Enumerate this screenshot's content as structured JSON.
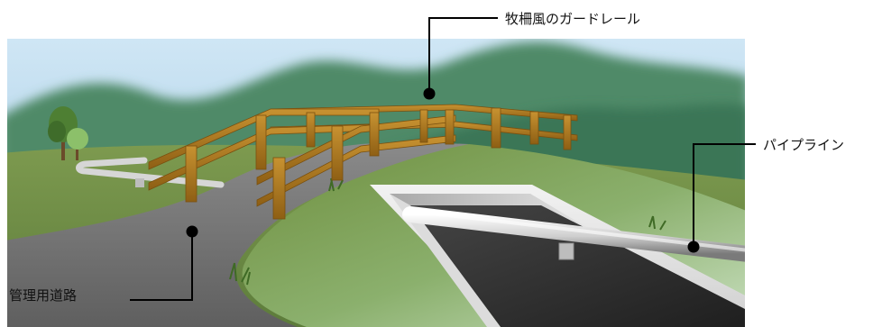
{
  "labels": {
    "guardrail": "牧柵風のガードレール",
    "pipeline": "パイプライン",
    "road": "管理用道路"
  },
  "icons": {
    "tree": "tree-icon",
    "leader_dot": "dot-marker-icon"
  },
  "colors": {
    "sky": "#b9d8ee",
    "mountain": "#3f7a5a",
    "grass": "#7c9a52",
    "road": "#6f6f6f",
    "fence": "#b07a1e",
    "pipe": "#d9d9d9",
    "channel_dark": "#2e2e2e",
    "leader": "#000000"
  }
}
